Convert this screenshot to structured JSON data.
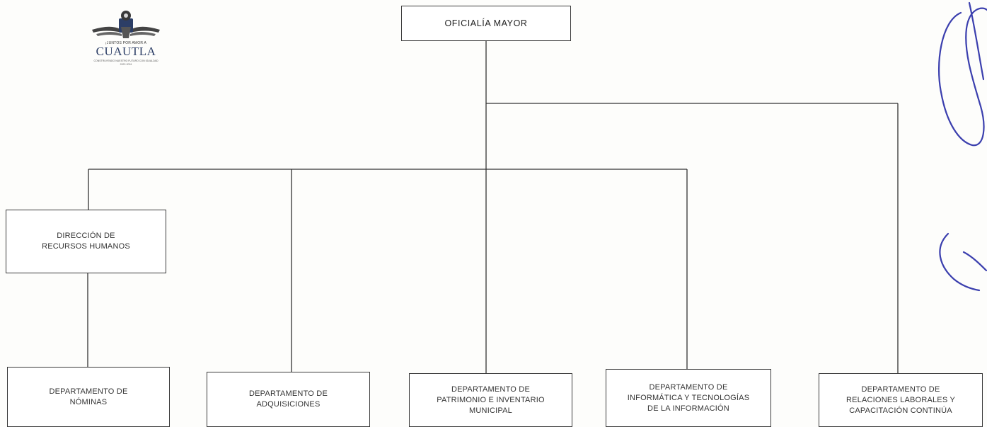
{
  "logo": {
    "tagline": "¡JUNTOS POR AMOR A",
    "name": "CUAUTLA",
    "subtitle": "CONSTRUYENDO NUESTRO FUTURO CON IGUALDAD",
    "years": "2022-2024",
    "colors": {
      "primary": "#2c3e66",
      "wings": "#444444"
    }
  },
  "org_chart": {
    "top": {
      "label": "OFICIALÍA MAYOR"
    },
    "units": [
      {
        "id": "rrhh",
        "label": "DIRECCIÓN DE\nRECURSOS HUMANOS"
      },
      {
        "id": "nominas",
        "label": "DEPARTAMENTO DE\nNÓMINAS"
      },
      {
        "id": "adquisiciones",
        "label": "DEPARTAMENTO DE\nADQUISICIONES"
      },
      {
        "id": "patrimonio",
        "label": "DEPARTAMENTO DE\nPATRIMONIO E INVENTARIO\nMUNICIPAL"
      },
      {
        "id": "informatica",
        "label": "DEPARTAMENTO DE\nINFORMÁTICA Y TECNOLOGÍAS\nDE LA INFORMACIÓN"
      },
      {
        "id": "relaciones",
        "label": "DEPARTAMENTO DE\nRELACIONES LABORALES Y\nCAPACITACIÓN CONTINÚA"
      }
    ],
    "relations": [
      {
        "from": "OFICIALÍA MAYOR",
        "to": "DIRECCIÓN DE RECURSOS HUMANOS"
      },
      {
        "from": "OFICIALÍA MAYOR",
        "to": "DEPARTAMENTO DE ADQUISICIONES"
      },
      {
        "from": "OFICIALÍA MAYOR",
        "to": "DEPARTAMENTO DE PATRIMONIO E INVENTARIO MUNICIPAL"
      },
      {
        "from": "OFICIALÍA MAYOR",
        "to": "DEPARTAMENTO DE INFORMÁTICA Y TECNOLOGÍAS DE LA INFORMACIÓN"
      },
      {
        "from": "OFICIALÍA MAYOR",
        "to": "DEPARTAMENTO DE RELACIONES LABORALES Y CAPACITACIÓN CONTINÚA"
      },
      {
        "from": "DIRECCIÓN DE RECURSOS HUMANOS",
        "to": "DEPARTAMENTO DE NÓMINAS"
      }
    ],
    "line_color": "#333333"
  },
  "signature_color": "#3b3fae"
}
